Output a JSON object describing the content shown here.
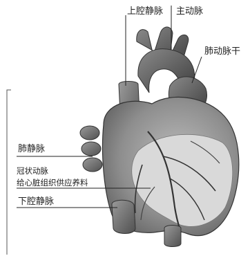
{
  "labels": {
    "superior_vena_cava": "上腔静脉",
    "aorta": "主动脉",
    "pulmonary_trunk": "肺动脉干",
    "pulmonary_vein": "肺静脉",
    "coronary_artery": "冠状动脉",
    "coronary_artery_desc": "给心脏组织供应养料",
    "inferior_vena_cava": "下腔静脉"
  }
}
